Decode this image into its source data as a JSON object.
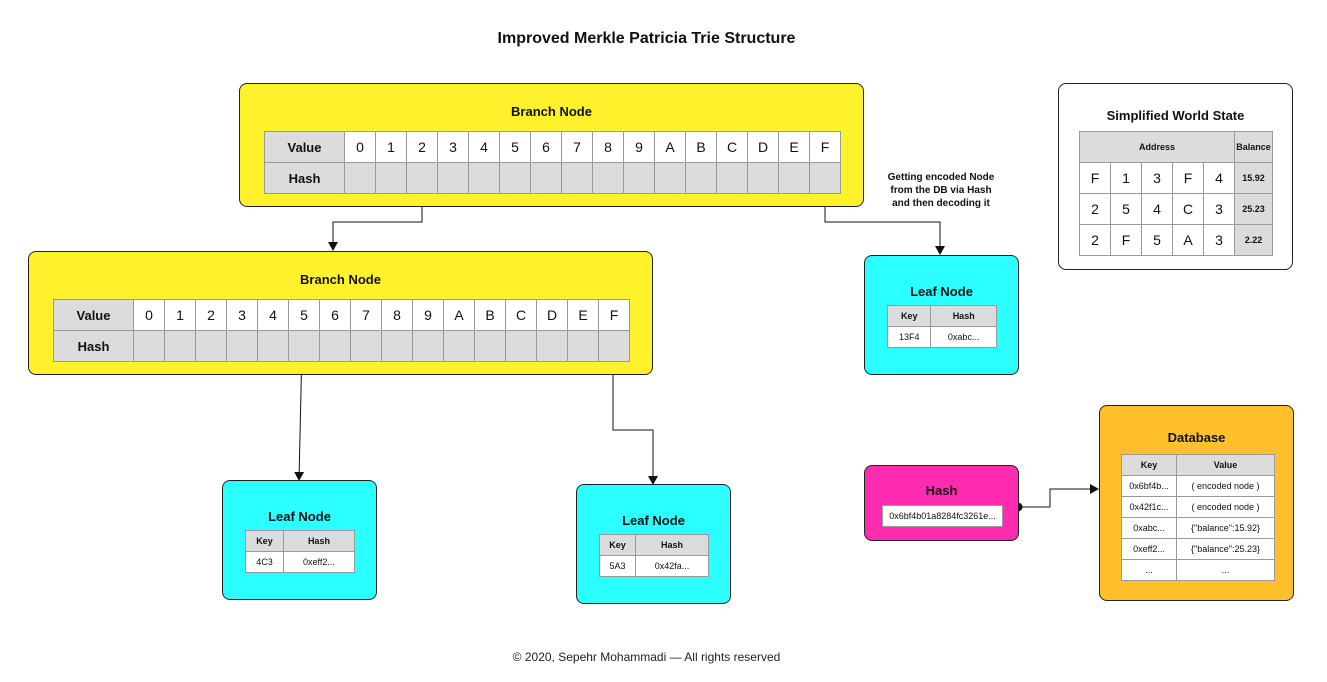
{
  "title": "Improved Merkle Patricia Trie Structure",
  "footer": "© 2020, Sepehr Mohammadi — All rights reserved",
  "colors": {
    "branch": "#fff12b",
    "leaf": "#2bffff",
    "hash": "#ff2bb0",
    "database": "#ffc02b",
    "header_cell": "#dcdcdc"
  },
  "branch_top": {
    "title": "Branch Node",
    "value_label": "Value",
    "hash_label": "Hash",
    "slots": [
      "0",
      "1",
      "2",
      "3",
      "4",
      "5",
      "6",
      "7",
      "8",
      "9",
      "A",
      "B",
      "C",
      "D",
      "E",
      "F"
    ]
  },
  "branch_mid": {
    "title": "Branch Node",
    "value_label": "Value",
    "hash_label": "Hash",
    "slots": [
      "0",
      "1",
      "2",
      "3",
      "4",
      "5",
      "6",
      "7",
      "8",
      "9",
      "A",
      "B",
      "C",
      "D",
      "E",
      "F"
    ]
  },
  "note": {
    "line1": "Getting encoded Node",
    "line2": "from the DB via Hash",
    "line3": "and then decoding it"
  },
  "leaf_top": {
    "title": "Leaf Node",
    "key_label": "Key",
    "hash_label": "Hash",
    "key": "13F4",
    "hash": "0xabc..."
  },
  "leaf_left": {
    "title": "Leaf Node",
    "key_label": "Key",
    "hash_label": "Hash",
    "key": "4C3",
    "hash": "0xeff2..."
  },
  "leaf_right": {
    "title": "Leaf Node",
    "key_label": "Key",
    "hash_label": "Hash",
    "key": "5A3",
    "hash": "0x42fa..."
  },
  "world_state": {
    "title": "Simplified World State",
    "address_label": "Address",
    "balance_label": "Balance",
    "rows": [
      {
        "addr": [
          "F",
          "1",
          "3",
          "F",
          "4"
        ],
        "balance": "15.92"
      },
      {
        "addr": [
          "2",
          "5",
          "4",
          "C",
          "3"
        ],
        "balance": "25.23"
      },
      {
        "addr": [
          "2",
          "F",
          "5",
          "A",
          "3"
        ],
        "balance": "2.22"
      }
    ]
  },
  "hash_box": {
    "title": "Hash",
    "value": "0x6bf4b01a8284fc3261e..."
  },
  "database": {
    "title": "Database",
    "key_label": "Key",
    "value_label": "Value",
    "rows": [
      {
        "key": "0x6bf4b...",
        "value": "( encoded node )"
      },
      {
        "key": "0x42f1c...",
        "value": "( encoded node )"
      },
      {
        "key": "0xabc...",
        "value": "{\"balance\":15.92}"
      },
      {
        "key": "0xeff2...",
        "value": "{\"balance\":25.23}"
      },
      {
        "key": "...",
        "value": "..."
      }
    ]
  }
}
